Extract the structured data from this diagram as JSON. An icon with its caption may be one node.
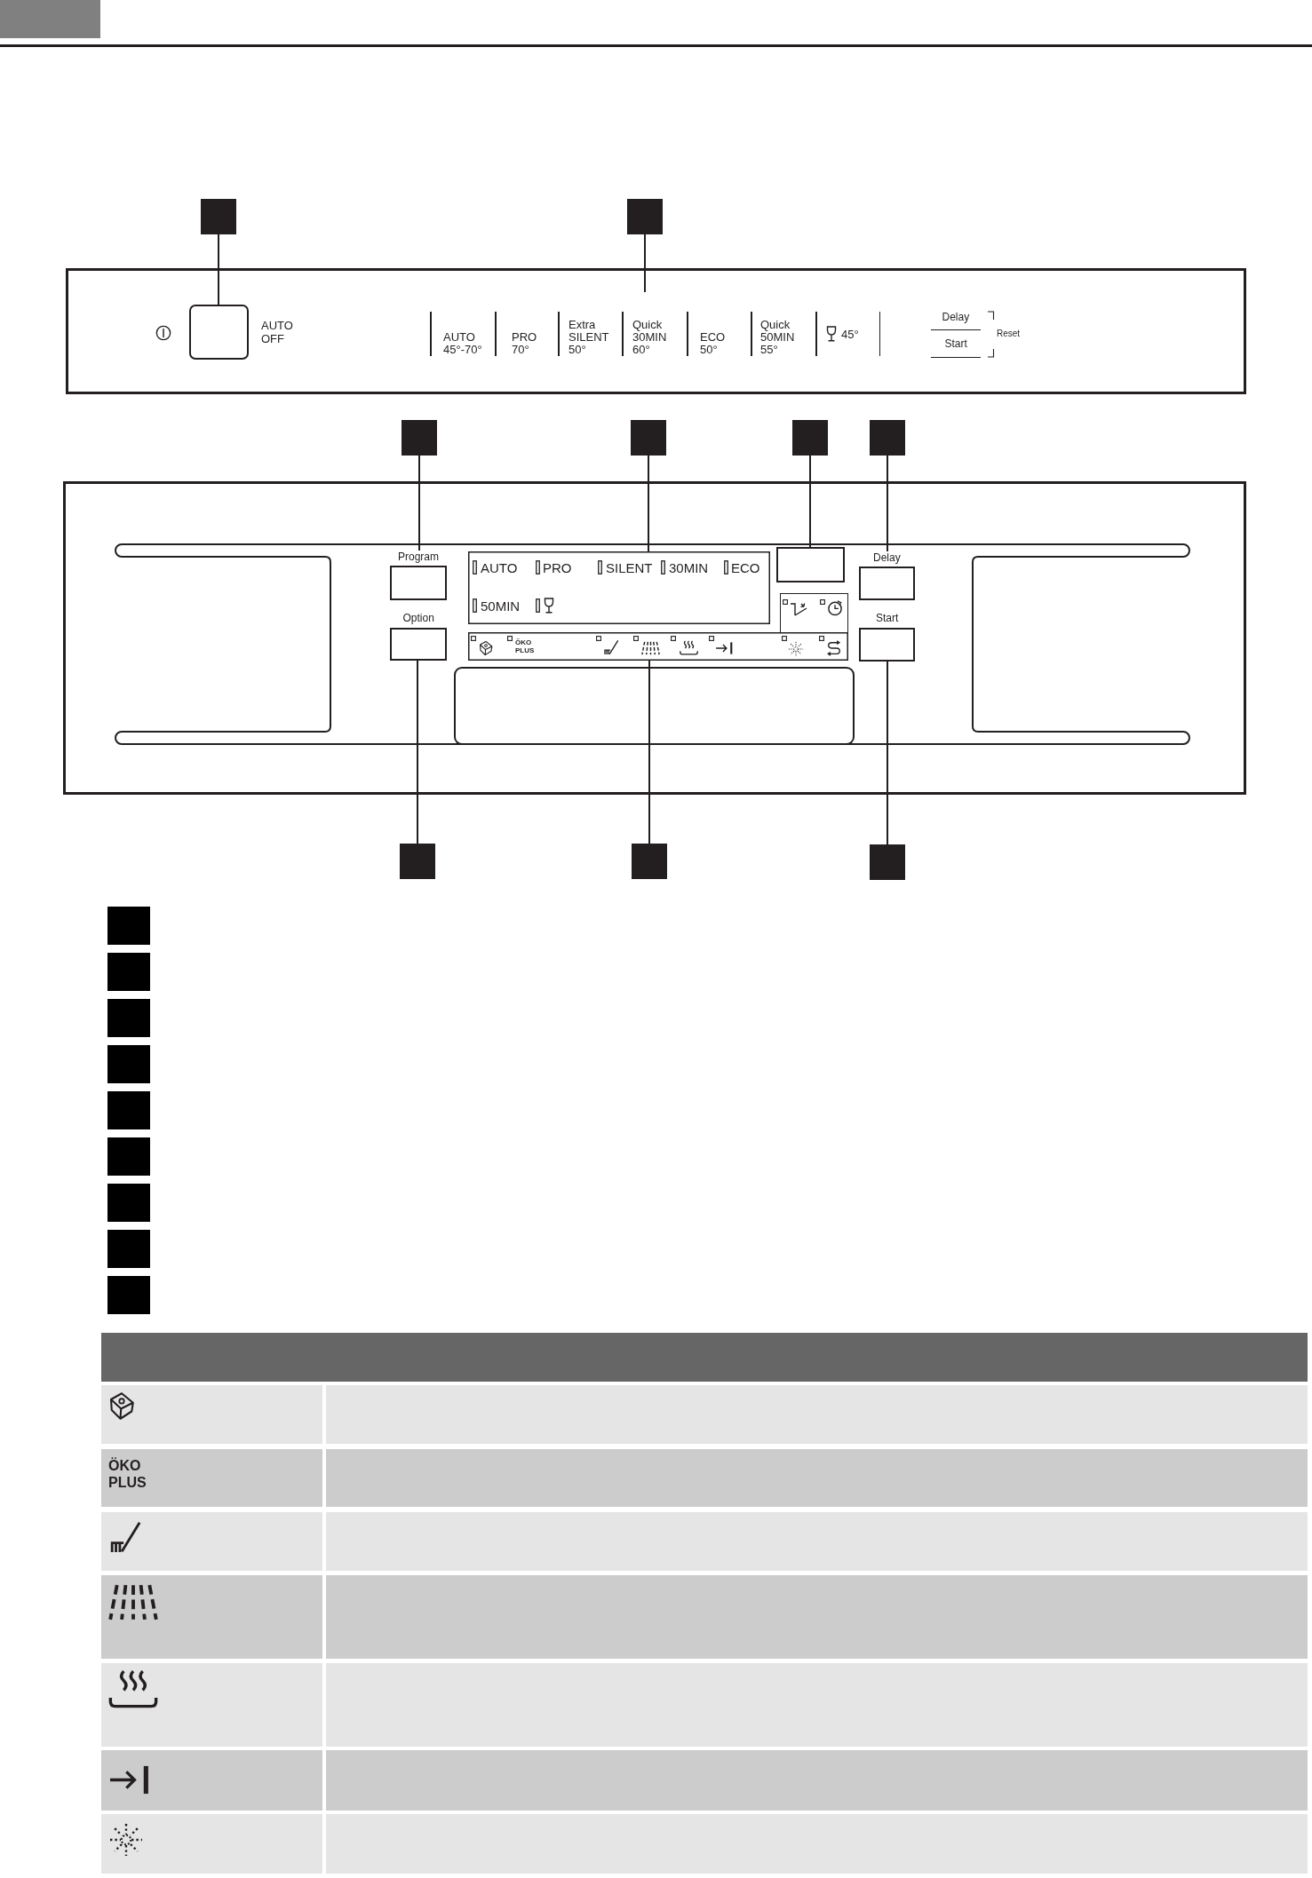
{
  "diagram": {
    "nodes": [
      {
        "text": [],
        "shape": "box"
      },
      {
        "text": [],
        "shape": "box"
      },
      {
        "text": [],
        "shape": "box"
      },
      {
        "text": [],
        "shape": "box",
        "in": 2,
        "beside": [
          "AUTO OFF"
        ]
      },
      {
        "text": [
          "AUTO 45°-70°",
          "PRO 70°",
          "Extra SILENT 50°",
          "Quick 30MIN 60°",
          "ECO 50°",
          "Quick 50MIN 55°",
          "45°"
        ],
        "in": 2
      },
      {
        "text": [],
        "shape": "box"
      },
      {
        "text": [],
        "shape": "box"
      },
      {
        "text": [],
        "shape": "box"
      },
      {
        "text": [],
        "shape": "box"
      },
      {
        "text": [],
        "shape": "box"
      },
      {
        "text": [
          "Program"
        ],
        "in": 9
      },
      {
        "text": [
          "AUTO",
          "PRO",
          "SILENT",
          "30MIN",
          "ECO",
          "50MIN"
        ],
        "in": 9
      },
      {
        "text": [],
        "shape": "box",
        "in": 9
      },
      {
        "text": [
          "Delay"
        ],
        "in": 9
      },
      {
        "text": [
          "Option"
        ],
        "in": 9
      },
      {
        "text": [
          "ÖKO PLUS"
        ],
        "in": 9
      },
      {
        "text": [
          "Start"
        ],
        "in": 9
      },
      {
        "text": [],
        "shape": "box",
        "in": 9
      },
      {
        "text": [],
        "shape": "box"
      },
      {
        "text": [],
        "shape": "box"
      },
      {
        "text": [],
        "shape": "box"
      },
      {
        "text": [],
        "shape": "box"
      },
      {
        "text": [],
        "shape": "box"
      },
      {
        "text": [],
        "shape": "box"
      },
      {
        "text": [],
        "shape": "box"
      },
      {
        "text": [],
        "shape": "box"
      },
      {
        "text": [],
        "shape": "box"
      },
      {
        "text": [],
        "shape": "box"
      },
      {
        "text": [],
        "shape": "box"
      },
      {
        "text": [],
        "shape": "box"
      }
    ],
    "edges": [
      {
        "from": 0,
        "to": 3,
        "arrow": "none"
      },
      {
        "from": 1,
        "to": 4,
        "arrow": "none"
      },
      {
        "from": 5,
        "to": 10,
        "arrow": "none"
      },
      {
        "from": 6,
        "to": 11,
        "arrow": "none"
      },
      {
        "from": 7,
        "to": 12,
        "arrow": "none"
      },
      {
        "from": 8,
        "to": 13,
        "arrow": "none"
      },
      {
        "from": 18,
        "to": 14,
        "arrow": "none"
      },
      {
        "from": 19,
        "to": 15,
        "arrow": "none"
      },
      {
        "from": 20,
        "to": 16,
        "arrow": "none"
      }
    ],
    "labels": [
      "Delay",
      "Start",
      "Reset",
      "ÖKO PLUS"
    ]
  }
}
